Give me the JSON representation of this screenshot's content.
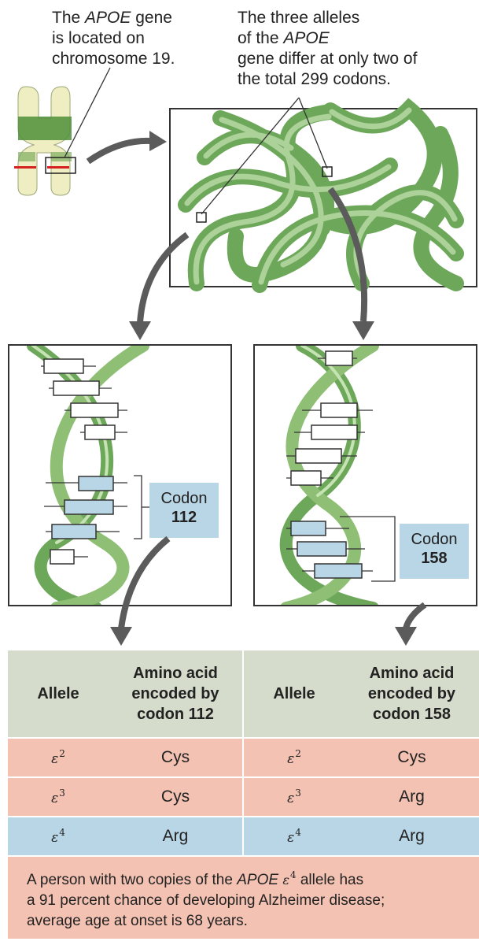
{
  "captions": {
    "chromosome": {
      "line1_pre": "The ",
      "line1_gene": "APOE",
      "line1_post": " gene",
      "line2": "is located on",
      "line3": "chromosome 19."
    },
    "alleles": {
      "line1": "The three alleles",
      "line2_pre": "of the ",
      "line2_gene": "APOE",
      "line3": "gene differ at only two of",
      "line4": "the total 299 codons."
    }
  },
  "codon_labels": [
    {
      "word": "Codon",
      "number": "112"
    },
    {
      "word": "Codon",
      "number": "158"
    }
  ],
  "table": {
    "headers": {
      "allele": "Allele",
      "amino_112_line1": "Amino acid",
      "amino_112_line2": "encoded by",
      "amino_112_line3": "codon 112",
      "amino_158_line1": "Amino acid",
      "amino_158_line2": "encoded by",
      "amino_158_line3": "codon 158"
    },
    "rows": [
      {
        "allele_symbol": "ε",
        "allele_num": "2",
        "codon112": "Cys",
        "codon158": "Cys",
        "color": "#f4c2b2"
      },
      {
        "allele_symbol": "ε",
        "allele_num": "3",
        "codon112": "Cys",
        "codon158": "Arg",
        "color": "#f4c2b2"
      },
      {
        "allele_symbol": "ε",
        "allele_num": "4",
        "codon112": "Arg",
        "codon158": "Arg",
        "color": "#b9d6e6"
      }
    ],
    "header_color": "#d5dccb"
  },
  "footer": {
    "line1_pre": "A person with two copies of the ",
    "line1_gene": "APOE",
    "line1_eps": "ε",
    "line1_num": "4",
    "line1_post": " allele has",
    "line2": "a 91 percent chance of developing Alzheimer disease;",
    "line3": "average age at onset is 68 years."
  },
  "colors": {
    "dna_green": "#6da85a",
    "dna_light": "#b8d9a4",
    "chromosome_cream": "#efeec2",
    "chromosome_band": "#4e8f3a",
    "marker_red": "#d62020",
    "codon_blue": "#b9d6e6",
    "arrow_gray": "#5b5b5b"
  }
}
